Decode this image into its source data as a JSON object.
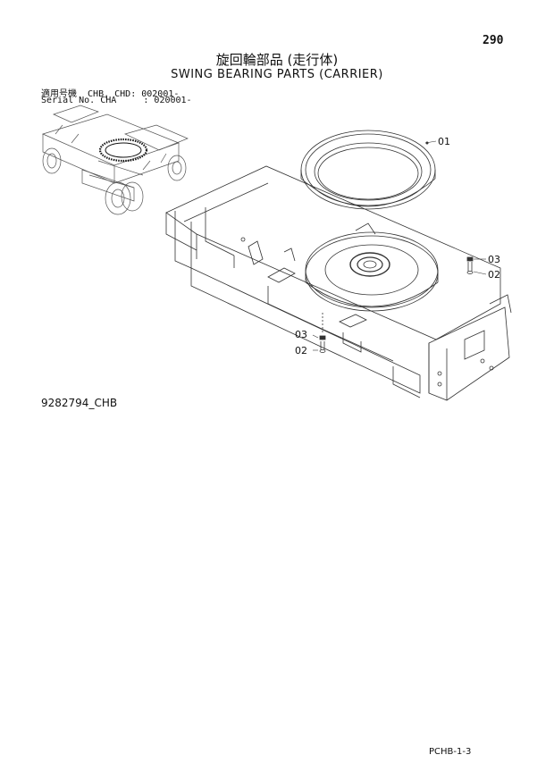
{
  "page_number": "290",
  "title_ja": "旋回輪部品 (走行体)",
  "title_en": "SWING BEARING PARTS (CARRIER)",
  "serial_info": {
    "line1": "適用号機  CHB, CHD: 002001-",
    "line2": "Serial No. CHA     : 020001-"
  },
  "drawing_number": "9282794_CHB",
  "page_code": "PCHB-1-3",
  "callouts": {
    "c01": "01",
    "c03_right": "03",
    "c02_right": "02",
    "c03_left": "03",
    "c02_left": "02"
  }
}
